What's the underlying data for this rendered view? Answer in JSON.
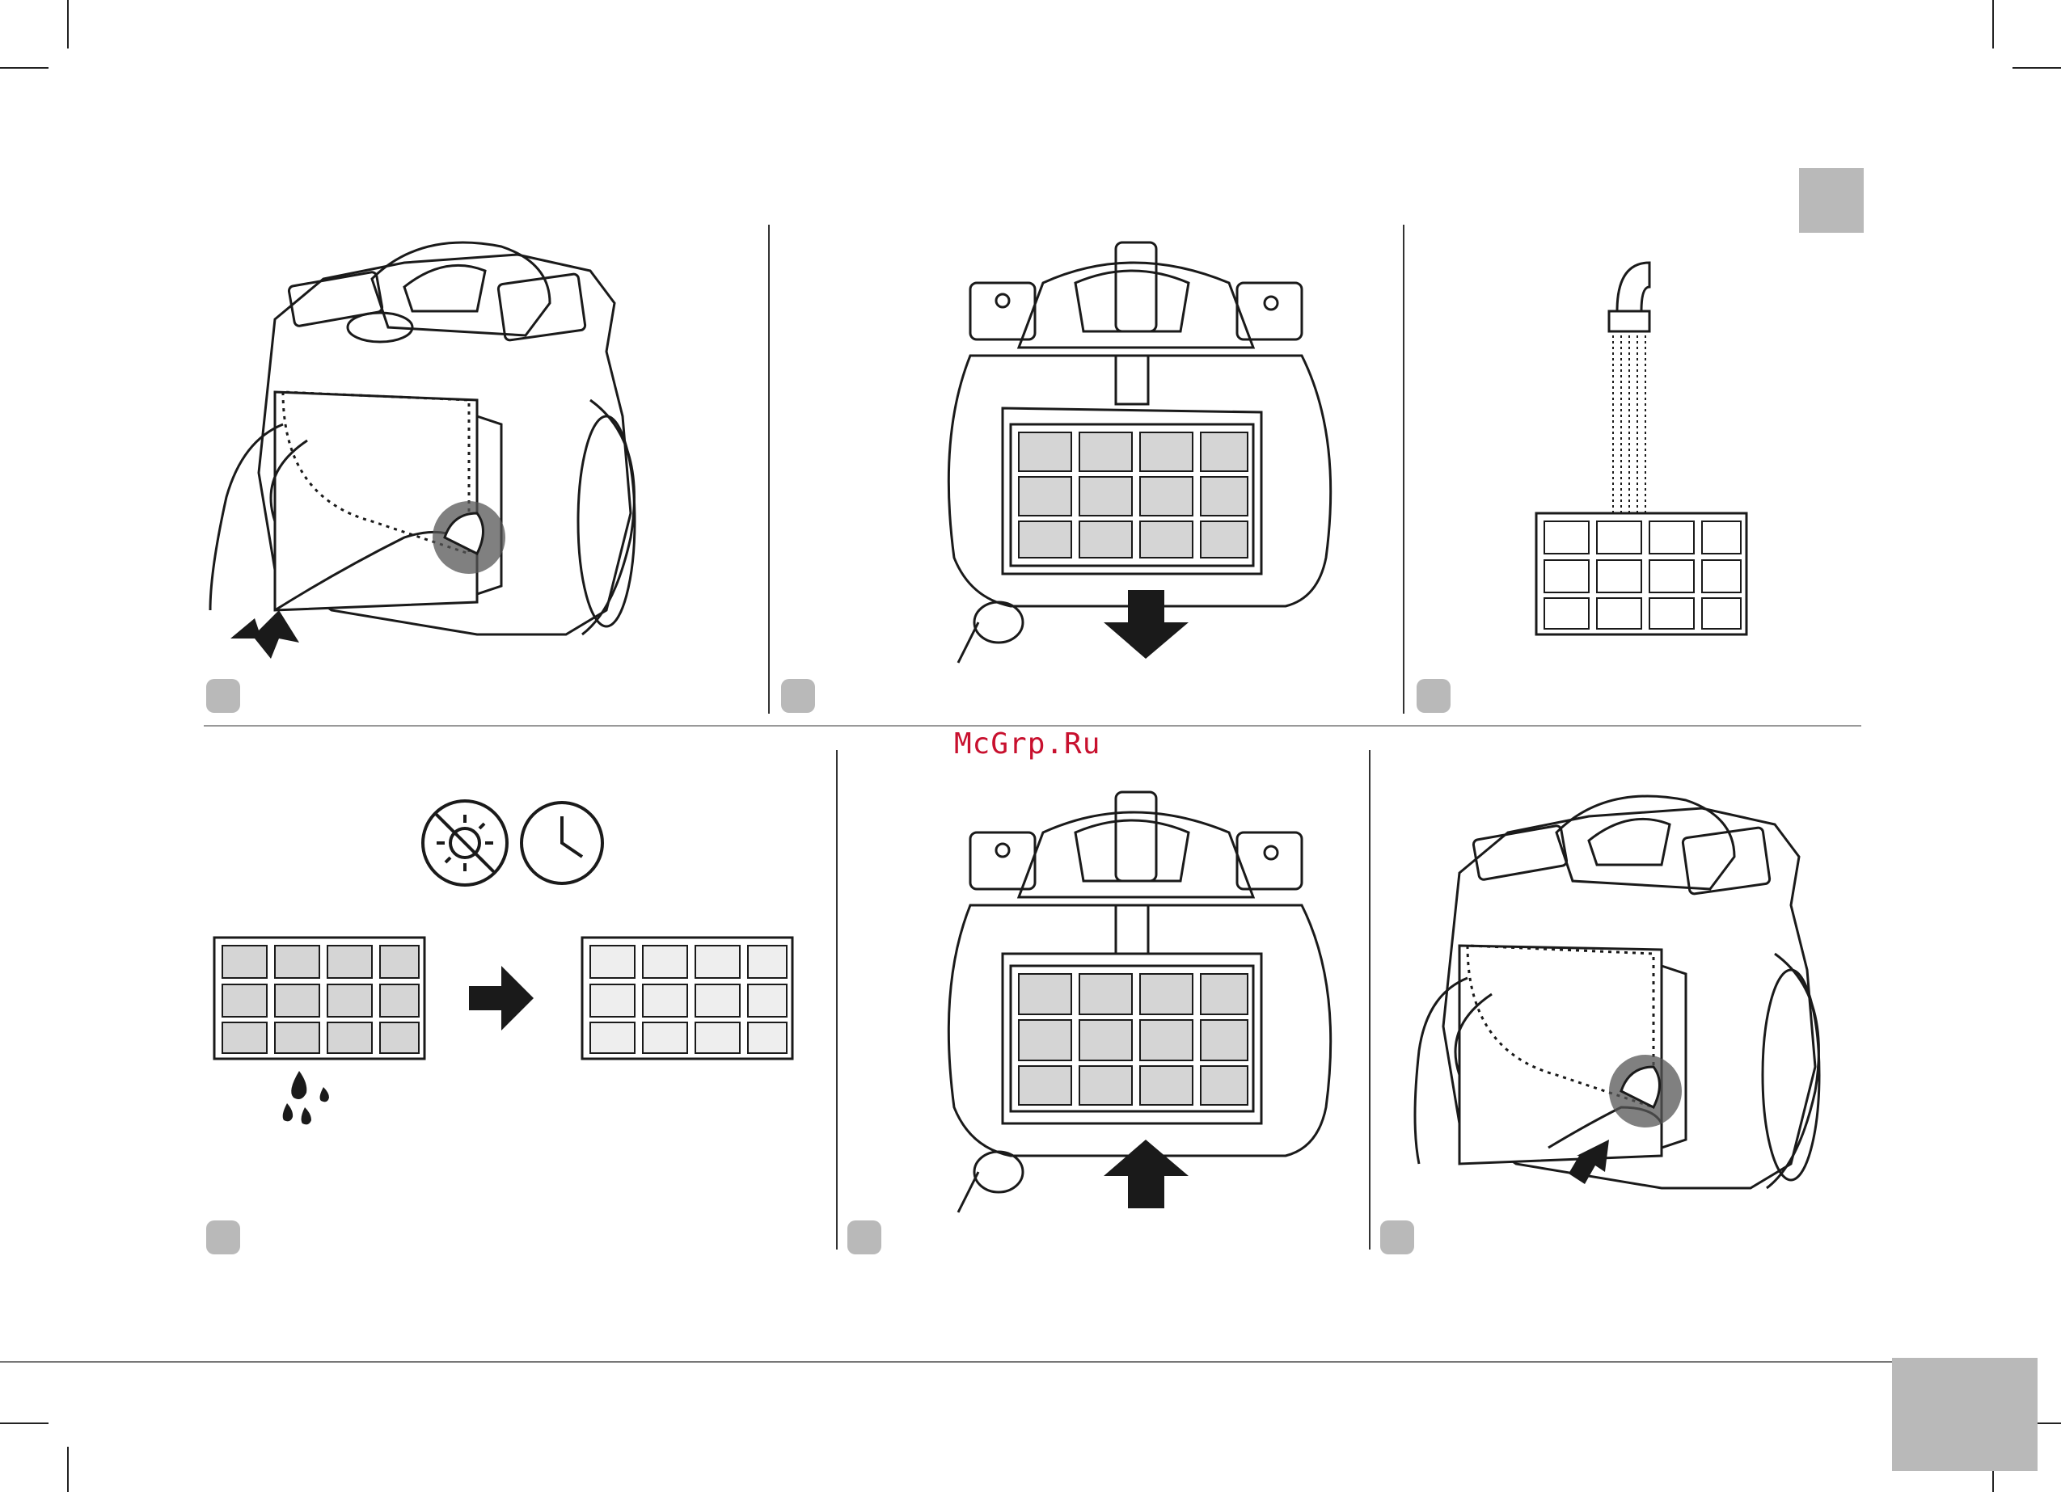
{
  "watermark": {
    "text": "McGrp.Ru",
    "color": "#c8102e"
  },
  "colors": {
    "badge": "#b9b9b9",
    "ink": "#1a1a1a"
  },
  "panels": [
    {
      "id": 1,
      "illustration": "vacuum-remove-filter-cover",
      "arrow": "arrow-right-down-icon"
    },
    {
      "id": 2,
      "illustration": "vacuum-pull-out-filter",
      "arrow": "arrow-down-icon"
    },
    {
      "id": 3,
      "illustration": "rinse-filter-under-tap",
      "arrow": ""
    },
    {
      "id": 4,
      "illustration": "dry-filter-no-sun-wait",
      "icons": [
        "no-sun-icon",
        "clock-icon",
        "water-drops-icon",
        "arrow-right-icon"
      ]
    },
    {
      "id": 5,
      "illustration": "vacuum-insert-filter",
      "arrow": "arrow-up-icon"
    },
    {
      "id": 6,
      "illustration": "vacuum-attach-filter-cover",
      "arrow": "arrow-up-right-icon"
    }
  ]
}
